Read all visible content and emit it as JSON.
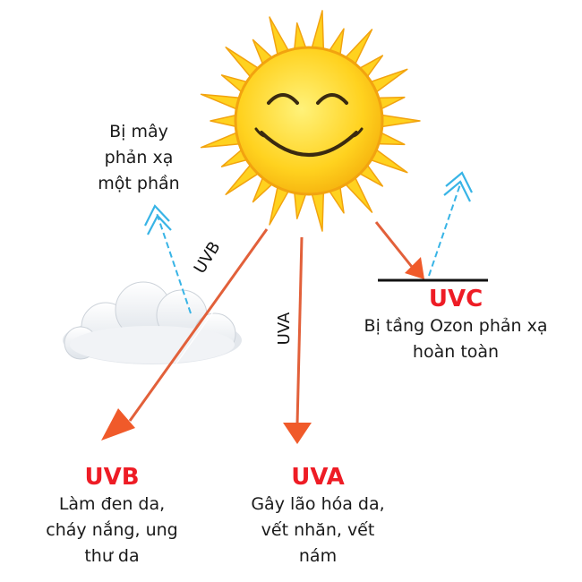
{
  "colors": {
    "title_red": "#ee1c25",
    "arrow_orange": "#f05a2a",
    "arrow_shaft": "#e2603a",
    "reflect_blue": "#38b4e6",
    "sun_yellow": "#ffd21f",
    "sun_edge": "#f2a30f",
    "ozone_line": "#111111"
  },
  "icons": [
    "sun-icon",
    "cloud-icon"
  ],
  "cloud_note": [
    "Bị mây",
    "phản xạ",
    "một phần"
  ],
  "beam_labels": {
    "uvb": "UVB",
    "uva": "UVA"
  },
  "uvc": {
    "title": "UVC",
    "lines": [
      "Bị tầng Ozon phản xạ",
      "hoàn toàn"
    ]
  },
  "uvb": {
    "title": "UVB",
    "lines": [
      "Làm đen da,",
      "cháy nắng, ung",
      "thư da"
    ]
  },
  "uva": {
    "title": "UVA",
    "lines": [
      "Gây lão hóa da,",
      "vết nhăn, vết",
      "nám"
    ]
  }
}
